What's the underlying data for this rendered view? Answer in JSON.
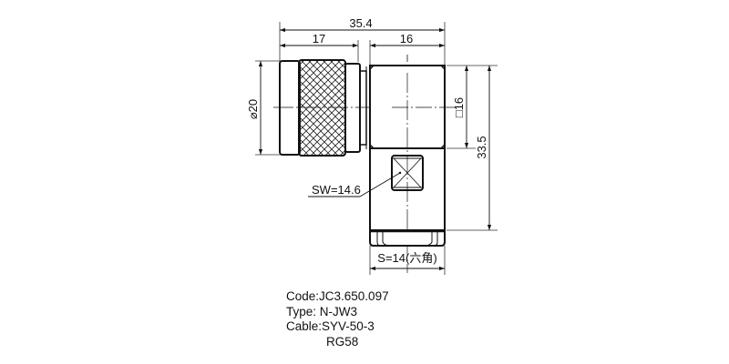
{
  "drawing": {
    "type": "technical-drawing",
    "subject": "Right-angle N-type connector (N-JW3)",
    "dimensions": {
      "overall_length": "35.4",
      "body_length": "17",
      "head_width": "16",
      "body_diameter": "⌀20",
      "square_size": "□16",
      "height": "33.5",
      "wrench_flat": "SW=14.6",
      "hex_size": "S=14(六角)"
    },
    "colors": {
      "line": "#111111",
      "dim_line": "#222222",
      "background": "#ffffff"
    }
  },
  "info": {
    "code": "Code:JC3.650.097",
    "type": "Type: N-JW3",
    "cable": "Cable:SYV-50-3",
    "cable_alt": "RG58"
  }
}
